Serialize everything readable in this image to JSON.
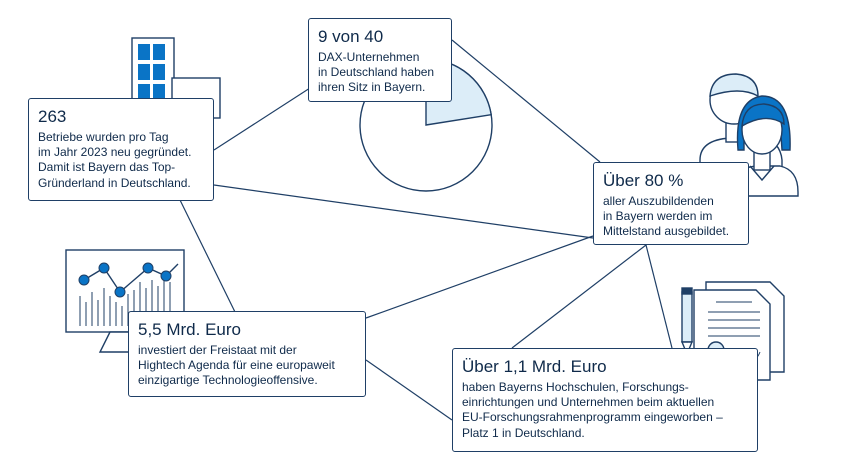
{
  "colors": {
    "line": "#1f3f66",
    "accent": "#0a74c6",
    "light_fill": "#dcedf8",
    "text": "#0f2a4a"
  },
  "cards": {
    "founders": {
      "head": "263",
      "body": [
        "Betriebe wurden pro Tag",
        "im Jahr 2023 neu gegründet.",
        "Damit ist Bayern das Top-",
        "Gründerland in Deutschland."
      ]
    },
    "dax": {
      "head": "9 von 40",
      "body": [
        "DAX-Unternehmen",
        "in Deutschland haben",
        "ihren Sitz in Bayern."
      ]
    },
    "trainees": {
      "head": "Über 80 %",
      "body": [
        "aller Auszubildenden",
        "in Bayern werden im",
        "Mittelstand ausgebildet."
      ]
    },
    "hightech": {
      "head": "5,5 Mrd. Euro",
      "body": [
        "investiert der Freistaat mit der",
        "Hightech Agenda für eine europaweit",
        "einzigartige Technologieoffensive."
      ]
    },
    "research": {
      "head": "Über 1,1 Mrd. Euro",
      "body": [
        "haben Bayerns Hochschulen, Forschungs-",
        "einrichtungen und Unternehmen beim aktuellen",
        "EU-Forschungsrahmenprogramm eingeworben –",
        "Platz 1 in Deutschland."
      ]
    }
  },
  "pie_share": 0.225,
  "icons": [
    "office-building-icon",
    "pie-chart-icon",
    "people-icon",
    "line-chart-board-icon",
    "certificate-document-icon"
  ]
}
